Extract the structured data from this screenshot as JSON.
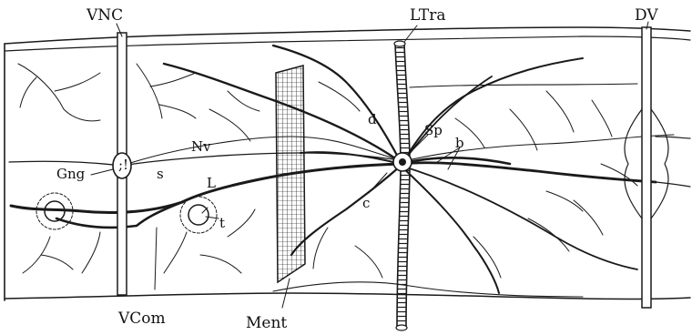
{
  "figure": {
    "labels": {
      "vnc": "VNC",
      "ltra": "LTra",
      "dv": "DV",
      "nv": "Nv",
      "gng": "Gng",
      "s": "s",
      "l": "L",
      "t": "t",
      "sp": "Sp",
      "d": "d",
      "b": "b",
      "c": "c",
      "vcom": "VCom",
      "ment": "Ment"
    }
  }
}
